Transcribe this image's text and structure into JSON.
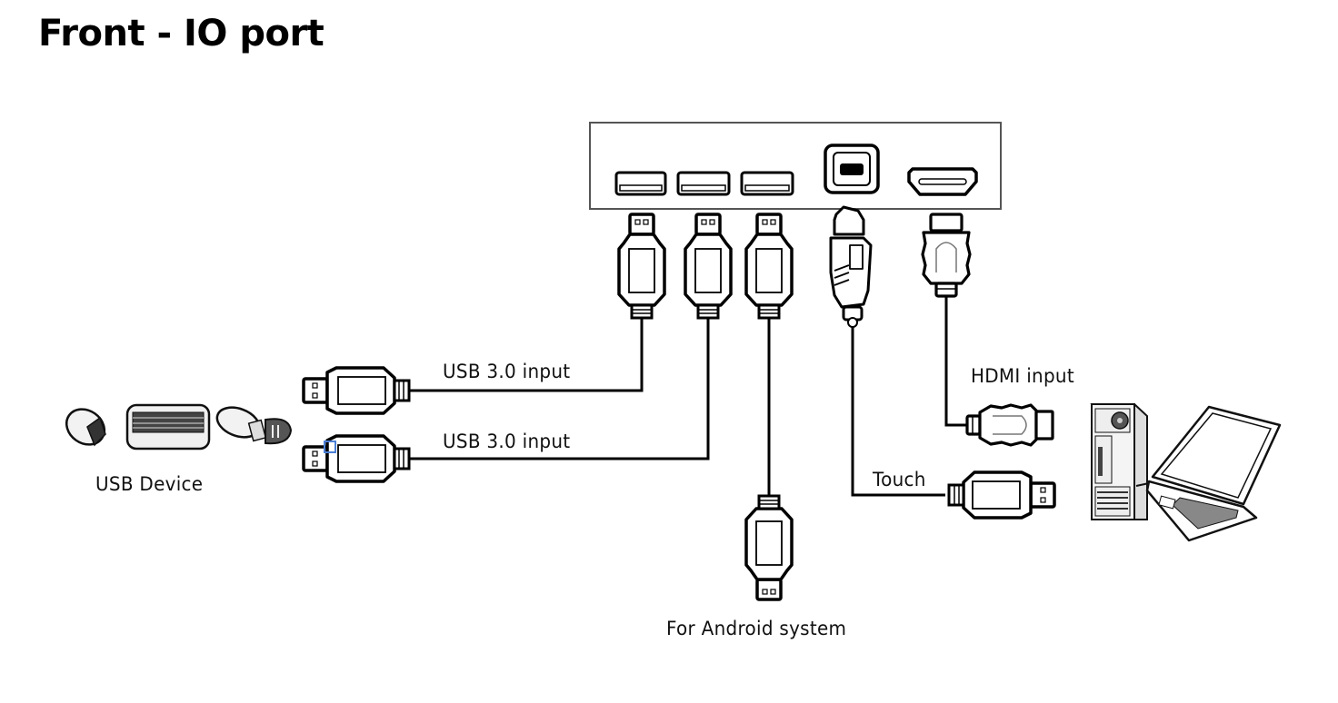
{
  "title": "Front - IO port",
  "panel": {
    "ports": [
      {
        "type": "USB-A",
        "name": "usb-port-1"
      },
      {
        "type": "USB-A",
        "name": "usb-port-2"
      },
      {
        "type": "USB-A",
        "name": "usb-port-3"
      },
      {
        "type": "USB-B",
        "name": "usb-b-port"
      },
      {
        "type": "HDMI",
        "name": "hdmi-port"
      }
    ]
  },
  "labels": {
    "usb_input_1": "USB 3.0 input",
    "usb_input_2": "USB 3.0 input",
    "usb_device": "USB Device",
    "android": "For Android system",
    "hdmi_input": "HDMI input",
    "touch": "Touch"
  },
  "devices": {
    "left": [
      "mouse-icon",
      "keyboard-icon",
      "usb-dongle-icon"
    ],
    "right": [
      "desktop-pc-icon",
      "laptop-icon"
    ]
  },
  "colors": {
    "line": "#000000",
    "panel_border": "#555555",
    "highlight": "#4a7fd6"
  }
}
